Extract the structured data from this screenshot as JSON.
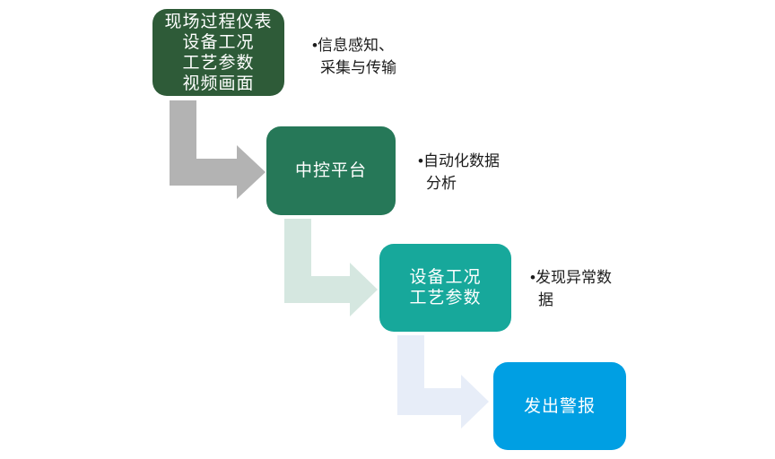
{
  "diagram": {
    "type": "flowchart",
    "background_color": "#FFFFFF",
    "steps": [
      {
        "name": "field-inputs",
        "lines": [
          "现场过程仪表",
          "设备工况",
          "工艺参数",
          "视频画面"
        ],
        "color": "#2E5B38",
        "text_color": "#FFFFFF"
      },
      {
        "name": "central-control-platform",
        "lines": [
          "中控平台"
        ],
        "color": "#267858",
        "text_color": "#FFFFFF"
      },
      {
        "name": "equipment-process-params",
        "lines": [
          "设备工况",
          "工艺参数"
        ],
        "color": "#17A89B",
        "text_color": "#FFFFFF"
      },
      {
        "name": "issue-alarm",
        "lines": [
          "发出警报"
        ],
        "color": "#009FE3",
        "text_color": "#FFFFFF"
      }
    ],
    "annotations": [
      {
        "name": "info-sensing-collection-transmission",
        "lines": [
          "•信息感知、",
          "采集与传输"
        ]
      },
      {
        "name": "automated-data-analysis",
        "lines": [
          "•自动化数据",
          "分析"
        ]
      },
      {
        "name": "anomaly-data-detection",
        "lines": [
          "•发现异常数",
          "据"
        ]
      }
    ],
    "arrows": [
      {
        "name": "arrow-step1-to-step2",
        "color": "#B3B3B3"
      },
      {
        "name": "arrow-step2-to-step3",
        "color": "#D5E7E0"
      },
      {
        "name": "arrow-step3-to-step4",
        "color": "#E7EDF8"
      }
    ]
  }
}
